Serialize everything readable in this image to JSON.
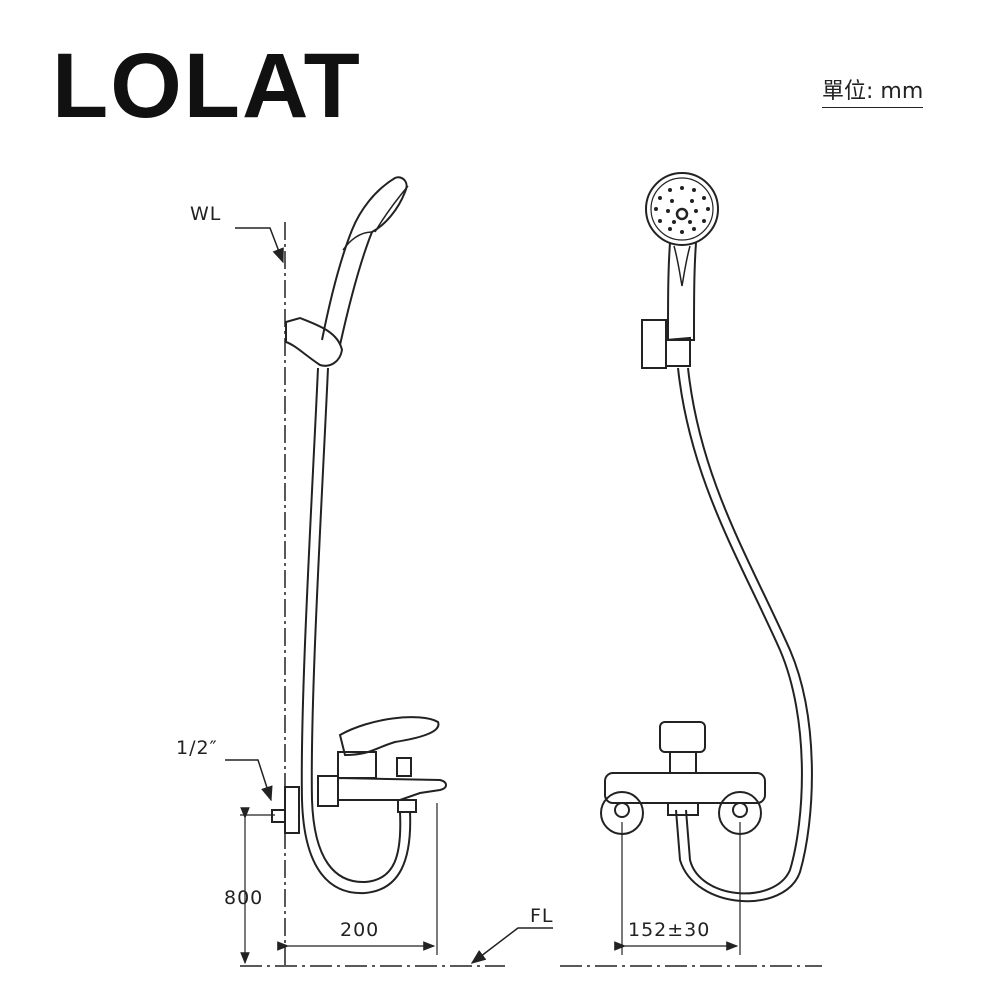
{
  "brand": {
    "logo": "LOLAT"
  },
  "unit_label": "單位: mm",
  "side_view": {
    "water_level_label": "WL",
    "pipe_size_label": "1/2″",
    "height_dimension": "800",
    "projection_dimension": "200",
    "floor_level_label": "FL"
  },
  "front_view": {
    "center_distance_dimension": "152±30"
  },
  "colors": {
    "line": "#222222",
    "background": "#ffffff"
  }
}
